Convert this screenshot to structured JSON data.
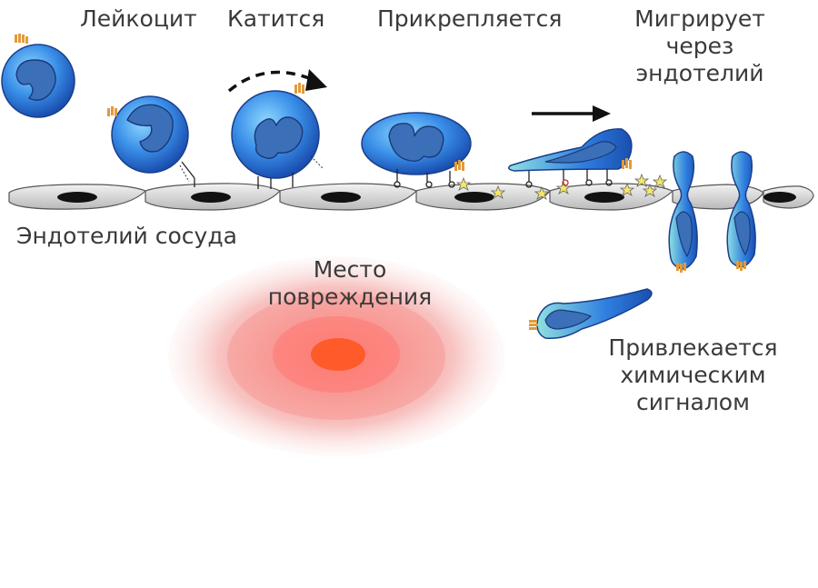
{
  "labels": {
    "leukocyte": "Лейкоцит",
    "rolls": "Катится",
    "attaches": "Прикрепляется",
    "migrates": [
      "Мигрирует",
      "через",
      "эндотелий"
    ],
    "vessel_endothelium": "Эндотелий сосуда",
    "injury_site": [
      "Место",
      "повреждения"
    ],
    "attracted": [
      "Привлекается",
      "химическим",
      "сигналом"
    ]
  },
  "colors": {
    "cell_blue": "#2f7fe0",
    "cell_dark": "#1a4fb0",
    "nucleus": "#3b6fb8",
    "endothelium": "#d9d9d9",
    "endothelium_nucleus": "#111111",
    "injury_core": "#ff6a3a",
    "injury_outer": "#f7c9c6",
    "chemokine": "#f0e060",
    "receptor": "#e39a3a"
  }
}
